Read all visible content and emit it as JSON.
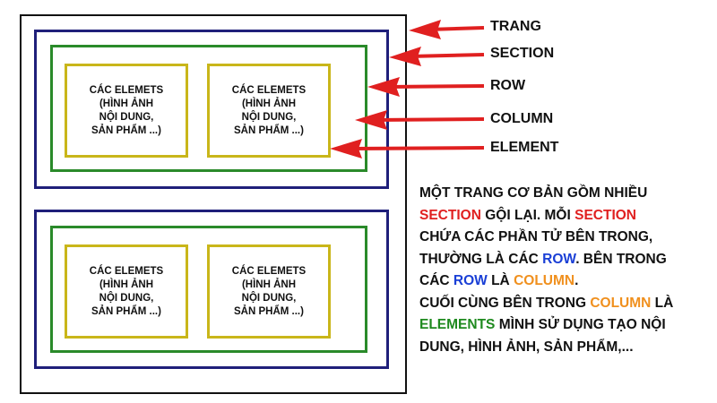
{
  "labels": {
    "trang": "TRANG",
    "section": "SECTION",
    "row": "ROW",
    "column": "COLUMN",
    "element": "ELEMENT"
  },
  "element_text": "CÁC ELEMETS\n(HÌNH ẢNH\nNỘI DUNG,\nSẢN PHẨM ...)",
  "description": {
    "l1": "MỘT TRANG CƠ BẢN GỒM NHIỀU",
    "l2_red1": "SECTION",
    "l2_a": " GỘI LẠI. MỖI ",
    "l2_red2": "SECTION",
    "l3": "CHỨA CÁC PHẦN TỬ BÊN TRONG,",
    "l4_a": "THƯỜNG LÀ CÁC ",
    "l4_blue": "ROW",
    "l4_b": ". BÊN TRONG",
    "l5_a": "CÁC ",
    "l5_blue": "ROW",
    "l5_b": " LÀ ",
    "l5_orange": "COLUMN",
    "l5_c": ".",
    "l6_a": "CUỐI CÙNG BÊN TRONG ",
    "l6_orange": "COLUMN",
    "l6_b": " LÀ",
    "l7_green": "ELEMENTS",
    "l7_a": " MÌNH SỬ DỤNG TẠO NỘI",
    "l8": "DUNG, HÌNH ẢNH, SẢN PHẨM,..."
  },
  "colors": {
    "page_border": "#111111",
    "section_border": "#1f1f7a",
    "row_border": "#2a8a2a",
    "column_border": "#c9b61a",
    "arrow": "#e02020",
    "highlight_section": "#e02020",
    "highlight_row": "#1a3fd6",
    "highlight_column": "#f0901e",
    "highlight_elements": "#1f8a1f"
  }
}
